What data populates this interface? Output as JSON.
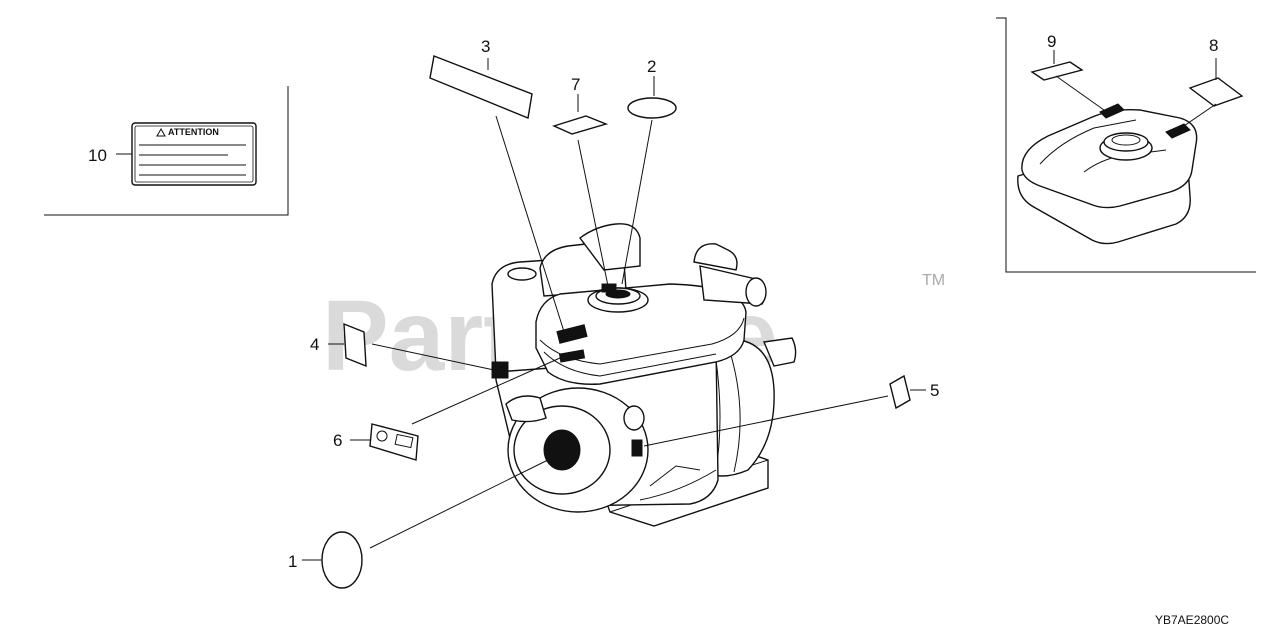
{
  "callouts": {
    "c1": "1",
    "c2": "2",
    "c3": "3",
    "c4": "4",
    "c5": "5",
    "c6": "6",
    "c7": "7",
    "c8": "8",
    "c9": "9",
    "c10": "10"
  },
  "attention_label": "ATTENTION",
  "watermark": "PartsTree",
  "trademark": "TM",
  "diagram_ref": "YB7AE2800C"
}
